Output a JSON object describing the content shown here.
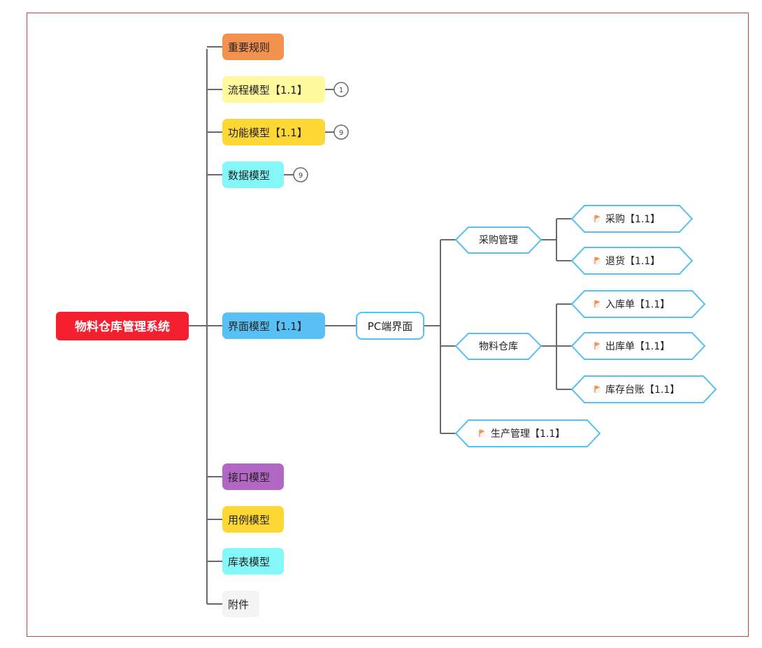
{
  "root": {
    "label": "物料仓库管理系统",
    "color": "#f5202f"
  },
  "branches": [
    {
      "label": "重要规则",
      "color": "#f3924e"
    },
    {
      "label": "流程模型【1.1】",
      "color": "#fff89c",
      "badge": "1"
    },
    {
      "label": "功能模型【1.1】",
      "color": "#fdd734",
      "badge": "9"
    },
    {
      "label": "数据模型",
      "color": "#84f7f8",
      "badge": "9"
    },
    {
      "label": "界面模型【1.1】",
      "color": "#58c0f4"
    },
    {
      "label": "接口模型",
      "color": "#b367c5"
    },
    {
      "label": "用例模型",
      "color": "#fdd734"
    },
    {
      "label": "库表模型",
      "color": "#84f7f8"
    },
    {
      "label": "附件",
      "color": "#f3f3f3"
    }
  ],
  "ui": {
    "pc": "PC端界面",
    "groups": [
      {
        "label": "采购管理",
        "children": [
          "采购【1.1】",
          "退货【1.1】"
        ]
      },
      {
        "label": "物料仓库",
        "children": [
          "入库单【1.1】",
          "出库单【1.1】",
          "库存台账【1.1】"
        ]
      },
      {
        "label": "生产管理【1.1】"
      }
    ]
  },
  "colors": {
    "connector": "#6a6a6a",
    "hex_border": "#58c0f4",
    "flag": "#f3924e",
    "frame": "#b9494b"
  },
  "icons": {
    "flag": "flag-icon"
  }
}
